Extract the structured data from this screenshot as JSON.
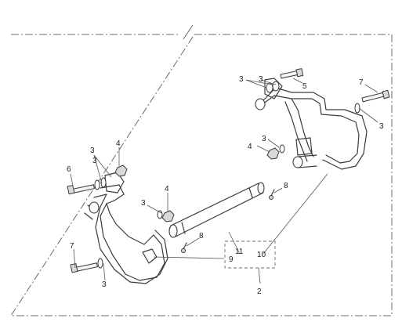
{
  "callouts": {
    "c2": "2",
    "c3": "3",
    "c4": "4",
    "c5": "5",
    "c6": "6",
    "c7": "7",
    "c8": "8",
    "c9": "9",
    "c10": "10",
    "c11": "11"
  },
  "colors": {
    "line": "#3a3a3a",
    "frame": "#6a6a6a",
    "background": "#ffffff"
  }
}
